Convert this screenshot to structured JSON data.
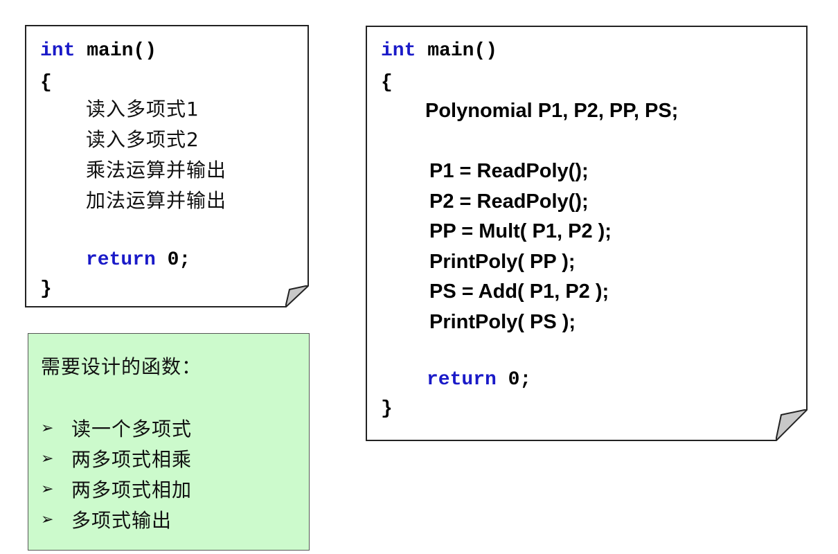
{
  "left_note": {
    "line1_kw": "int",
    "line1_rest": " main()",
    "open_brace": "{",
    "steps": [
      "读入多项式1",
      "读入多项式2",
      "乘法运算并输出",
      "加法运算并输出"
    ],
    "return_kw": "return",
    "return_rest": " 0;",
    "close_brace": "}"
  },
  "right_note": {
    "line1_kw": "int",
    "line1_rest": " main()",
    "open_brace": "{",
    "declaration": "Polynomial P1, P2, PP, PS;",
    "statements": [
      "P1 = ReadPoly();",
      "P2 = ReadPoly();",
      "PP = Mult( P1, P2 );",
      "PrintPoly( PP );",
      "PS = Add( P1, P2 );",
      "PrintPoly( PS );"
    ],
    "return_kw": "return",
    "return_rest": " 0;",
    "close_brace": "}"
  },
  "functions_box": {
    "title": "需要设计的函数：",
    "bullet_icon": "arrow-bullet-icon",
    "items": [
      "读一个多项式",
      "两多项式相乘",
      "两多项式相加",
      "多项式输出"
    ]
  },
  "colors": {
    "keyword": "#1a1ac8",
    "green_box": "#ccfacc"
  }
}
